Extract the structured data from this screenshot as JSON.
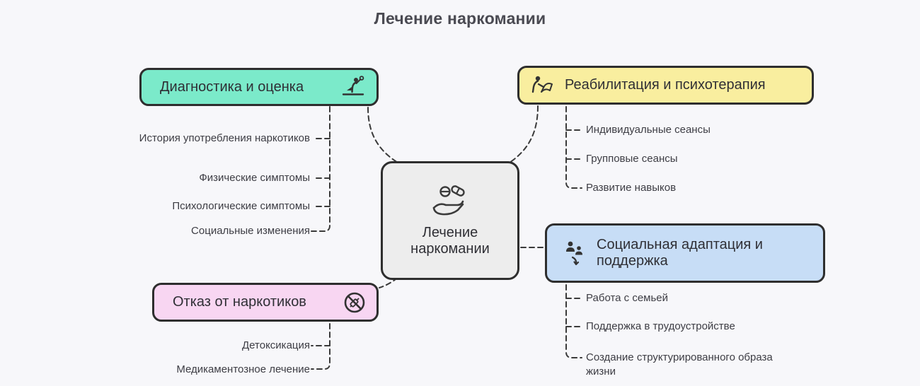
{
  "title": "Лечение наркомании",
  "center": {
    "label": "Лечение наркомании",
    "icon": "medication-hand-icon",
    "fill": "#EDEDED"
  },
  "branches": [
    {
      "label": "Диагностика и оценка",
      "color": "#7BEACA",
      "icon": "person-with-magnifier-icon",
      "children": [
        "История употребления наркотиков",
        "Физические симптомы",
        "Психологические симптомы",
        "Социальные изменения"
      ]
    },
    {
      "label": "Реабилитация и психотерапия",
      "color": "#F9EE9F",
      "icon": "person-reading-icon",
      "children": [
        "Индивидуальные сеансы",
        "Групповые сеансы",
        "Развитие навыков"
      ]
    },
    {
      "label": "Отказ от наркотиков",
      "color": "#F8D6F2",
      "icon": "no-drugs-icon",
      "children": [
        "Детоксикация",
        "Медикаментозное лечение"
      ]
    },
    {
      "label": "Социальная адаптация и поддержка",
      "color": "#C7DDF6",
      "icon": "people-support-icon",
      "children": [
        "Работа с семьей",
        "Поддержка в трудоустройстве",
        "Создание структурированного образа жизни"
      ]
    }
  ],
  "colors": {
    "background": "#F7F7FA",
    "node_border": "#2E2E2E",
    "connector": "#3A3A3A",
    "text": "#3D3D44"
  }
}
